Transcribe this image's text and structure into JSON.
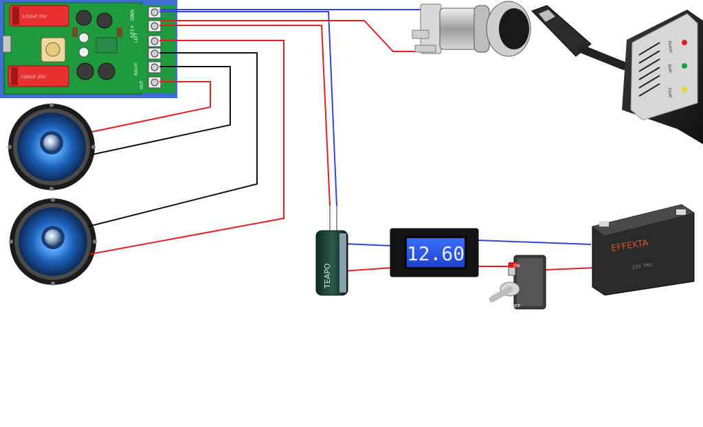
{
  "amp_board": {
    "labels": {
      "gnd": "GND",
      "v12": "+12V",
      "cap_top": "1200uF 25V",
      "cap_bottom": "1200uF 25V",
      "left": "LEFT",
      "right": "RIGHT",
      "out": "OUT"
    }
  },
  "capacitor": {
    "label": "TEAPO"
  },
  "voltmeter": {
    "reading": "12.60"
  },
  "toggle_switch": {
    "on_label": "ON",
    "off_label": "OFF"
  },
  "battery": {
    "brand": "EFFEKTA",
    "fine_print": "12V 7Ah"
  },
  "charger": {
    "led_labels": [
      "Power",
      "Bulk",
      "Float"
    ]
  },
  "colors": {
    "wire_red": "#e02020",
    "wire_blue": "#3344cc",
    "wire_black": "#111111",
    "pcb_green": "#1f9a3e",
    "speaker_blue": "#2f7fd6",
    "lcd_blue": "#2f5ff0",
    "battery_body": "#2a2a2a",
    "battery_brand": "#d4572a"
  }
}
